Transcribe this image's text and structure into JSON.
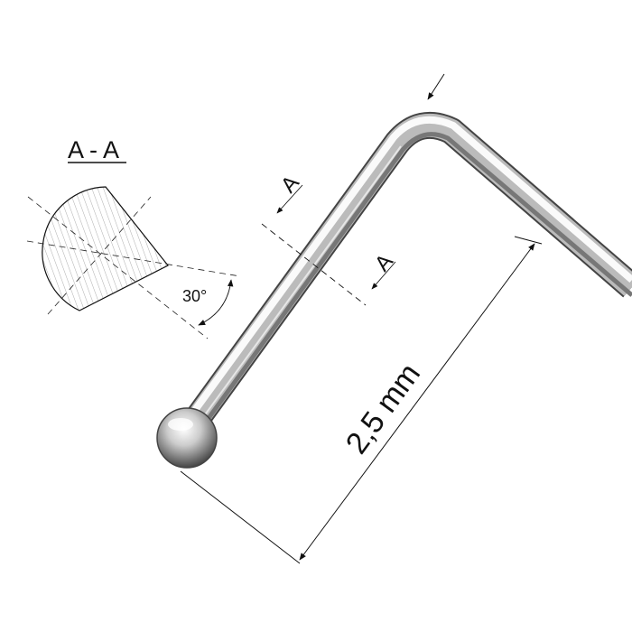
{
  "section": {
    "title": "A - A",
    "angle_label": "30°"
  },
  "cut_labels": [
    "A",
    "A"
  ],
  "dimension": {
    "label": "2,5 mm"
  },
  "colors": {
    "line": "#111111",
    "hatch": "#999999",
    "metal_dark": "#555555",
    "metal_light": "#f4f4f4"
  }
}
